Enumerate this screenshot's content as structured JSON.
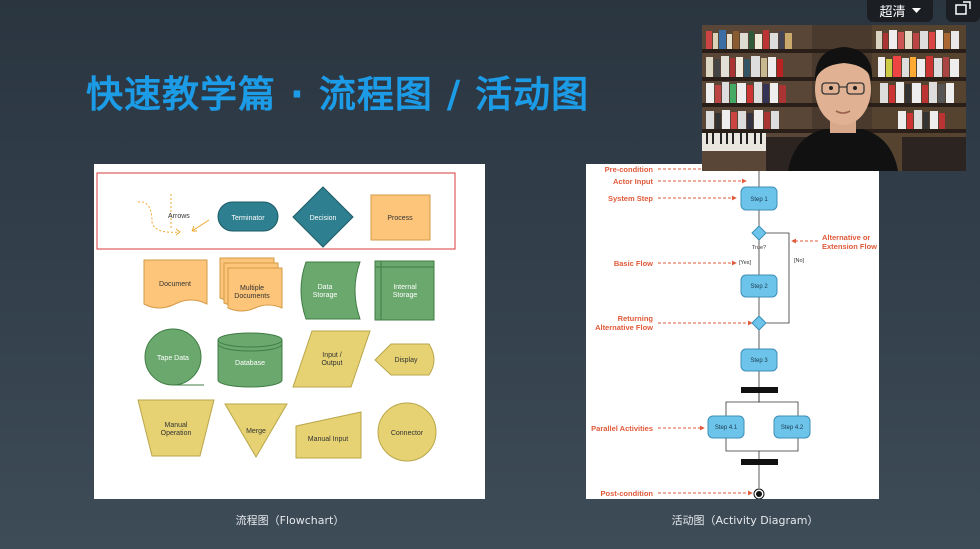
{
  "slide": {
    "title": "快速教学篇 · 流程图 / 活动图",
    "caption_left": "流程图（Flowchart）",
    "caption_right": "活动图（Activity Diagram）"
  },
  "controls": {
    "quality_label": "超清",
    "quality_icon": "caret-down-icon",
    "popout_icon": "popout-window-icon"
  },
  "flowchart": {
    "arrows": "Arrows",
    "terminator": "Terminator",
    "decision": "Decision",
    "process": "Process",
    "document": "Document",
    "multiple_documents_1": "Multiple",
    "multiple_documents_2": "Documents",
    "data_storage_1": "Data",
    "data_storage_2": "Storage",
    "internal_storage_1": "Internal",
    "internal_storage_2": "Storage",
    "tape_data": "Tape Data",
    "database": "Database",
    "input_output_1": "Input /",
    "input_output_2": "Output",
    "display": "Display",
    "manual_operation_1": "Manual",
    "manual_operation_2": "Operation",
    "merge": "Merge",
    "manual_input": "Manual Input",
    "connector": "Connector"
  },
  "activity": {
    "pre_condition": "Pre-condition",
    "actor_input": "Actor Input",
    "system_step": "System Step",
    "basic_flow": "Basic Flow",
    "returning_1": "Returning",
    "returning_2": "Alternative Flow",
    "alternative_1": "Alternative or",
    "alternative_2": "Extension Flow",
    "parallel": "Parallel Activities",
    "post_condition": "Post-condition",
    "step1": "Step 1",
    "step2": "Step 2",
    "step3": "Step 3",
    "step41": "Step 4.1",
    "step42": "Step 4.2",
    "guard_true": "True?",
    "guard_yes": "[Yes]",
    "guard_no": "[No]"
  },
  "colors": {
    "title": "#1c9be6",
    "fc_teal": "#2e7f8f",
    "fc_orange": "#fdc57a",
    "fc_green": "#6aa86e",
    "fc_yellow": "#e6d273",
    "ad_blue": "#6cc4ea",
    "ad_red": "#e05a3a"
  }
}
